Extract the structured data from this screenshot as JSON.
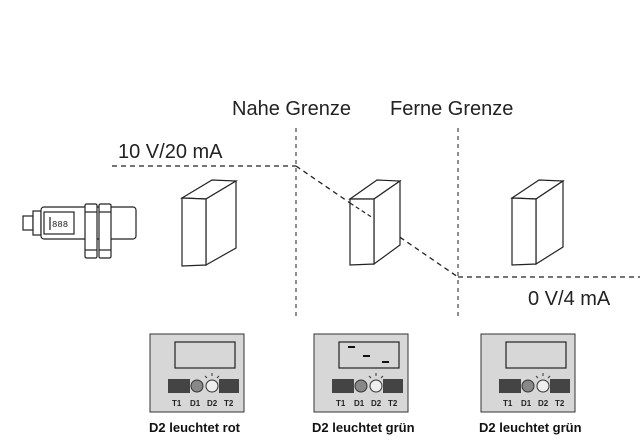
{
  "labels": {
    "near_limit": "Nahe Grenze",
    "far_limit": "Ferne Grenze",
    "high_output": "10 V/20 mA",
    "low_output": "0 V/4 mA"
  },
  "sensor": {
    "icon": "cylindrical-sensor-icon"
  },
  "displays": [
    {
      "caption": "D2 leuchtet rot",
      "buttons": [
        "T1",
        "D1",
        "D2",
        "T2"
      ],
      "screen": "empty"
    },
    {
      "caption": "D2 leuchtet grün",
      "buttons": [
        "T1",
        "D1",
        "D2",
        "T2"
      ],
      "screen": "dashes"
    },
    {
      "caption": "D2 leuchtet grün",
      "buttons": [
        "T1",
        "D1",
        "D2",
        "T2"
      ],
      "screen": "empty"
    }
  ],
  "colors": {
    "panel": "#d7d7d7",
    "line": "#222222"
  }
}
